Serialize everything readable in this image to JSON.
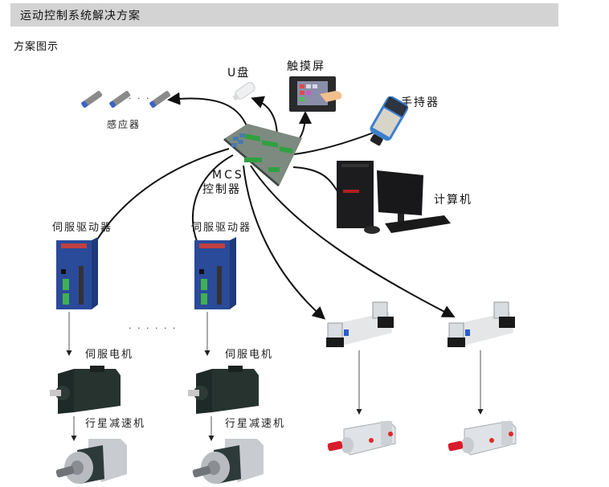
{
  "header": {
    "title": "运动控制系统解决方案"
  },
  "section": {
    "title": "方案图示"
  },
  "diagram": {
    "controller": {
      "line1": "MCS",
      "line2": "控制器"
    },
    "nodes": {
      "sensor": "感应器",
      "usb": "U盘",
      "touchscreen": "触摸屏",
      "handheld": "手持器",
      "computer": "计算机",
      "servo_driver_1": "伺服驱动器",
      "servo_driver_2": "伺服驱动器",
      "servo_motor_1": "伺服电机",
      "servo_motor_2": "伺服电机",
      "gearbox_1": "行星减速机",
      "gearbox_2": "行星减速机"
    },
    "ellipsis_sensors": "· · ·",
    "ellipsis_drivers": "· · · · · ·"
  }
}
